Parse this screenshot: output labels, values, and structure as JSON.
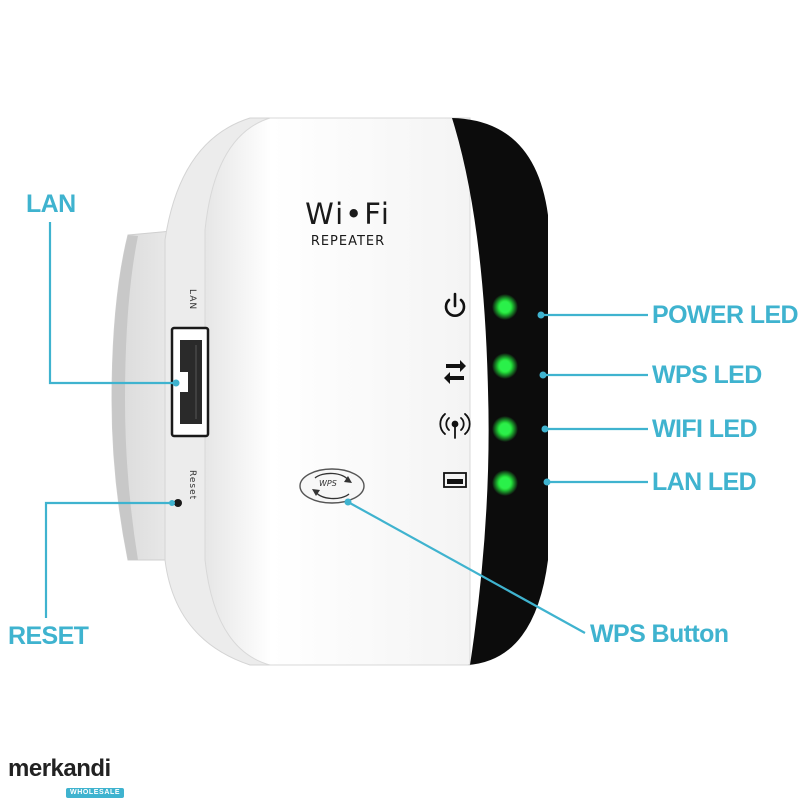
{
  "device": {
    "brand_main": "Wi•Fi",
    "brand_sub": "REPEATER",
    "port_label": "LAN",
    "reset_label": "Reset",
    "button_label": "WPS"
  },
  "callouts": {
    "lan": "LAN",
    "reset": "RESET",
    "power_led": "POWER LED",
    "wps_led": "WPS LED",
    "wifi_led": "WIFI LED",
    "lan_led": "LAN LED",
    "wps_button": "WPS Button"
  },
  "watermark": {
    "name": "merkandi",
    "tag": "WHOLESALE"
  },
  "colors": {
    "callout": "#3fb3cf",
    "led": "#22e03a",
    "device_body": "#ffffff",
    "device_face": "#0c0c0c"
  },
  "icons": [
    "power-icon",
    "sync-icon",
    "wifi-signal-icon",
    "lan-port-icon",
    "wps-icon"
  ]
}
